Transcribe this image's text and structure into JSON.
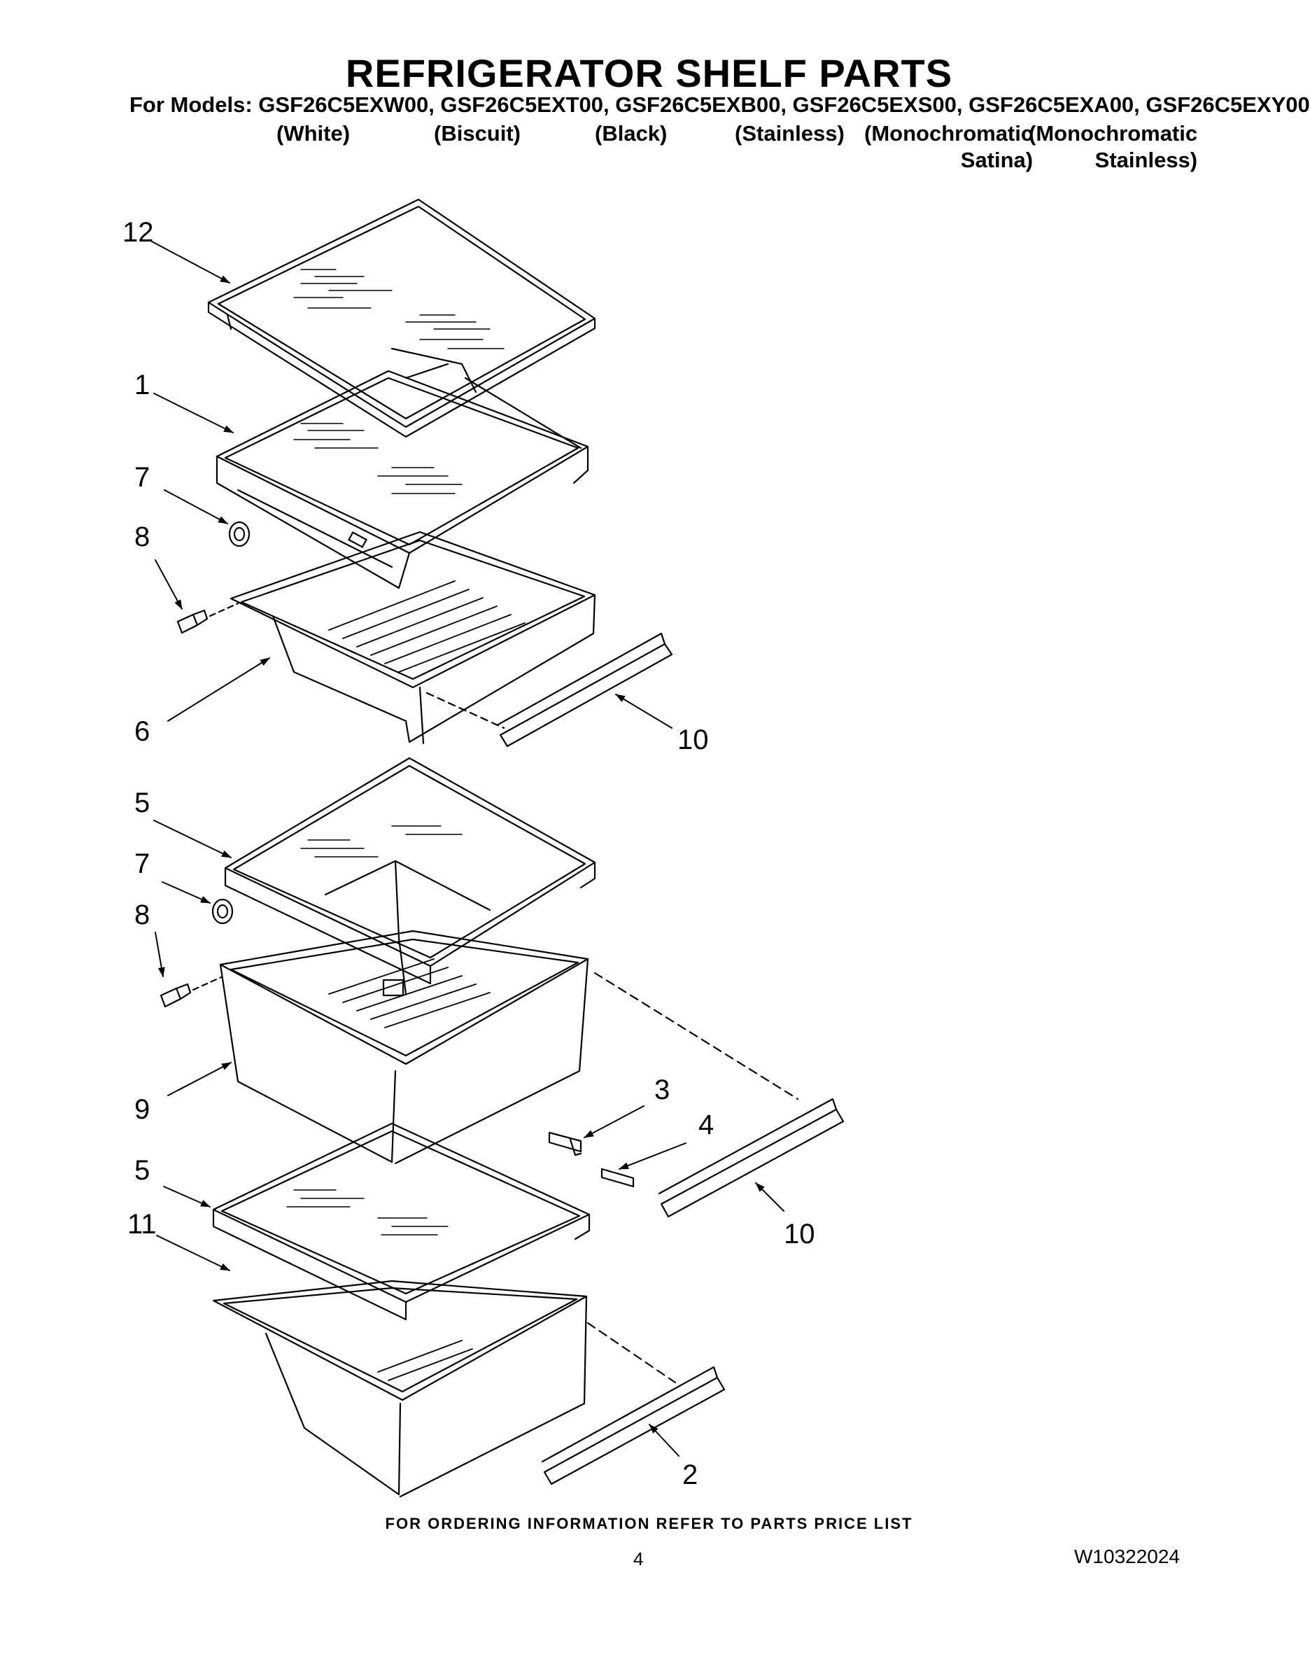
{
  "header": {
    "title": "REFRIGERATOR SHELF PARTS",
    "models_line": "For Models: GSF26C5EXW00, GSF26C5EXT00, GSF26C5EXB00, GSF26C5EXS00, GSF26C5EXA00, GSF26C5EXY00",
    "variants": [
      {
        "line1": "(White)",
        "line2": ""
      },
      {
        "line1": "(Biscuit)",
        "line2": ""
      },
      {
        "line1": "(Black)",
        "line2": ""
      },
      {
        "line1": "(Stainless)",
        "line2": ""
      },
      {
        "line1": "(Monochromatic",
        "line2": "Satina)"
      },
      {
        "line1": "(Monochromatic",
        "line2": "Stainless)"
      }
    ]
  },
  "callouts": [
    "12",
    "1",
    "7",
    "8",
    "6",
    "10",
    "5",
    "7",
    "8",
    "9",
    "3",
    "4",
    "5",
    "11",
    "10",
    "2"
  ],
  "footer": {
    "ordering_note": "FOR ORDERING INFORMATION REFER TO PARTS PRICE LIST",
    "page_number": "4",
    "document_number": "W10322024"
  }
}
